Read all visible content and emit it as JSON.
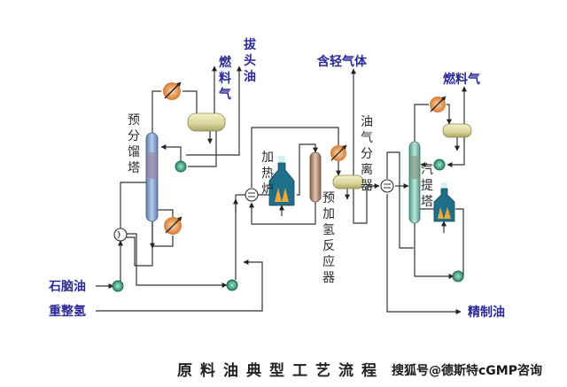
{
  "diagram": {
    "title": "原料油典型工艺流程",
    "watermark": "搜狐号@德斯特cGMP咨询",
    "colors": {
      "stream_label": "#2a2a9a",
      "equipment_label": "#2b2b2b",
      "pipe": "#333333",
      "column": "#8fa8d0",
      "pump": "#3aa38a",
      "heat_exchanger": "#e08a40",
      "drum": "#d8d49a",
      "furnace": "#1f6f8a",
      "reactor": "#b08a70"
    },
    "stream_labels": {
      "naphtha_feed": "石脑油",
      "reformer_h2": "重整氢",
      "fuel_gas_1": "燃料气",
      "topped_oil": "拔头油",
      "light_gas": "含轻气体",
      "fuel_gas_2": "燃料气",
      "refined_oil": "精制油"
    },
    "equipment_labels": {
      "prefractionator": "预分馏塔",
      "furnace": "加热炉",
      "prehydro_reactor": "预加氢反应器",
      "separator": "油气分离器",
      "stripper": "汽提塔"
    }
  }
}
